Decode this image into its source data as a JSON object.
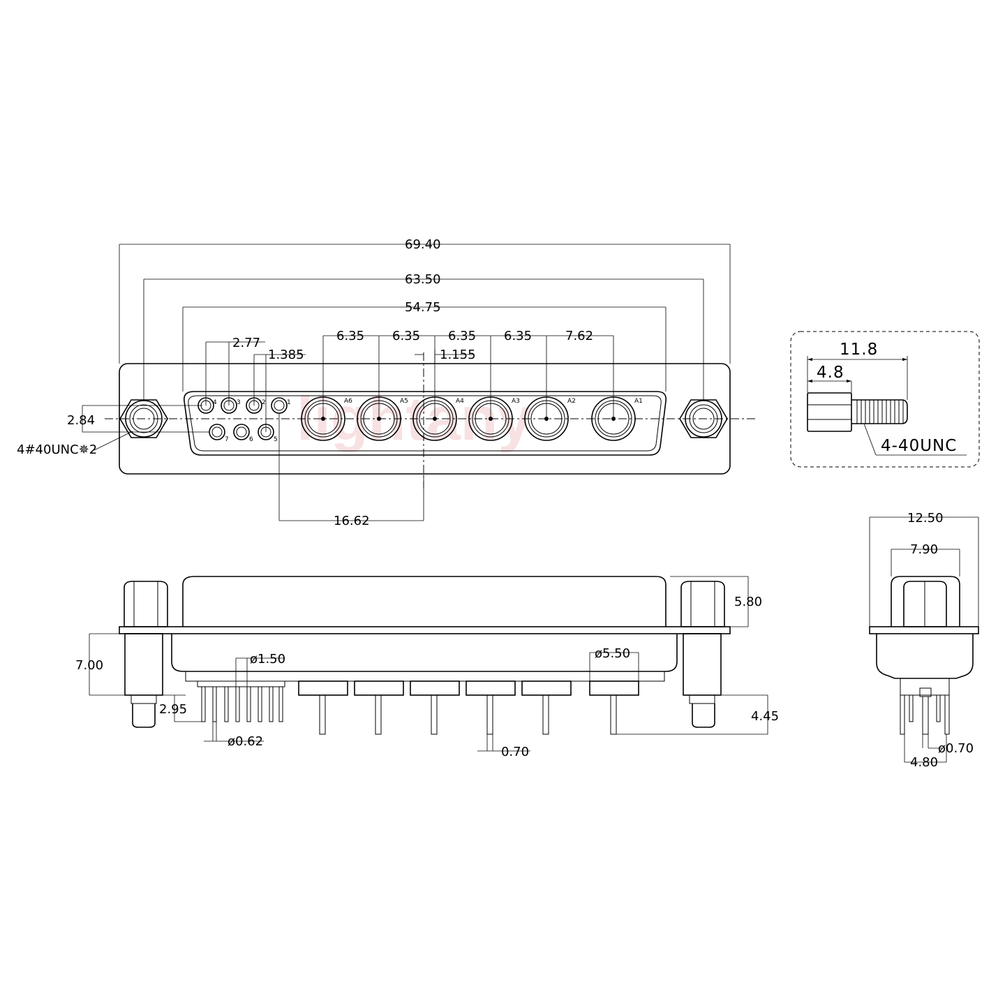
{
  "watermark": "lightany",
  "front_view": {
    "dimensions": {
      "overall_width": "69.40",
      "mount_hole_pitch": "63.50",
      "shell_width": "54.75",
      "signal_pitch": "2.77",
      "signal_offset": "1.385",
      "center_offset": "1.155",
      "coax_pitches": [
        "6.35",
        "6.35",
        "6.35",
        "6.35",
        "7.62"
      ],
      "row_spacing": "2.84",
      "reference_distance": "16.62"
    },
    "thread_callout": "4#40UNC✵2",
    "signal_pins_top": [
      "4",
      "3",
      "2",
      "1"
    ],
    "signal_pins_bottom": [
      "7",
      "6",
      "5"
    ],
    "coax_contacts": [
      "A6",
      "A5",
      "A4",
      "A3",
      "A2",
      "A1"
    ]
  },
  "side_view": {
    "dimensions": {
      "shell_height": "5.80",
      "standoff_height": "7.00",
      "board_lock_length": "2.95",
      "signal_hole_diameter": "ø1.50",
      "signal_pin_diameter": "ø0.62",
      "coax_body_diameter": "ø5.50",
      "coax_pin_diameter": "0.70",
      "tail_length": "4.45"
    }
  },
  "end_view": {
    "dimensions": {
      "flange_depth": "12.50",
      "body_depth": "7.90",
      "pin_diameter": "ø0.70",
      "row_distance": "4.80"
    }
  },
  "screw_detail": {
    "overall_length": "11.8",
    "head_length": "4.8",
    "thread": "4-40UNC"
  }
}
